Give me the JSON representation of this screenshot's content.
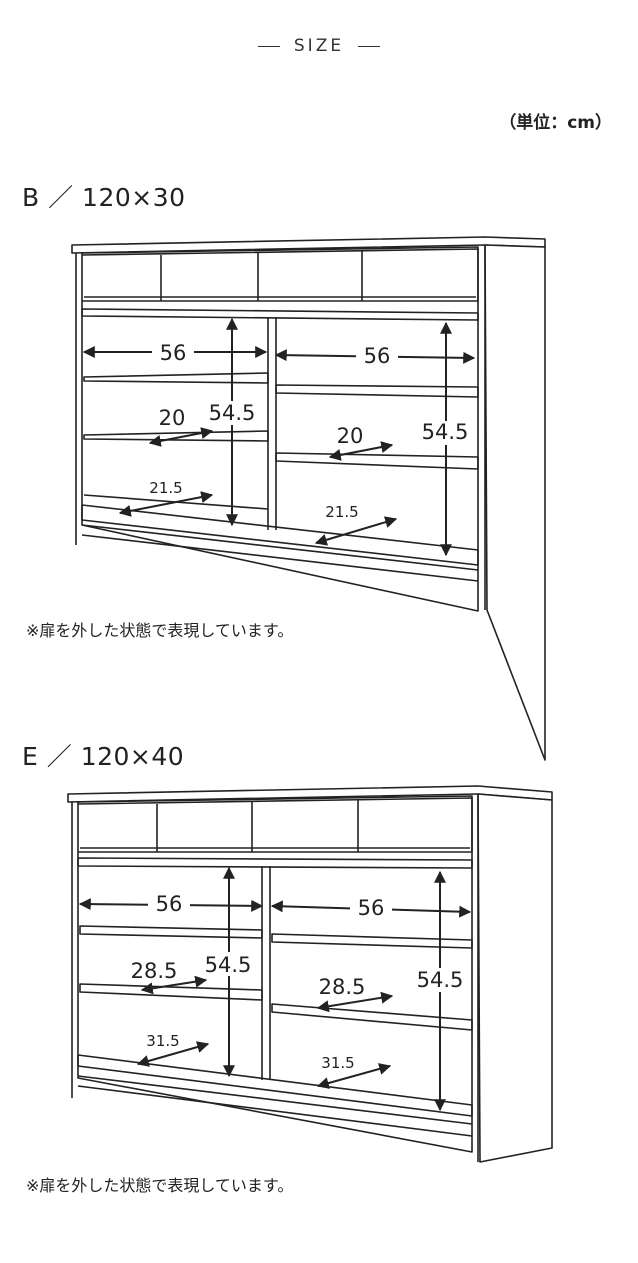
{
  "heading": {
    "label": "SIZE"
  },
  "unit": "（単位：cm）",
  "diagrams": [
    {
      "model": "B ／ 120×30",
      "dims": {
        "width_left": "56",
        "width_right": "56",
        "height_left": "54.5",
        "height_right": "54.5",
        "depth_mid_left": "20",
        "depth_mid_right": "20",
        "depth_bottom_left": "21.5",
        "depth_bottom_right": "21.5"
      },
      "note": "※扉を外した状態で表現しています。"
    },
    {
      "model": "E ／ 120×40",
      "dims": {
        "width_left": "56",
        "width_right": "56",
        "height_left": "54.5",
        "height_right": "54.5",
        "depth_mid_left": "28.5",
        "depth_mid_right": "28.5",
        "depth_bottom_left": "31.5",
        "depth_bottom_right": "31.5"
      },
      "note": "※扉を外した状態で表現しています。"
    }
  ]
}
